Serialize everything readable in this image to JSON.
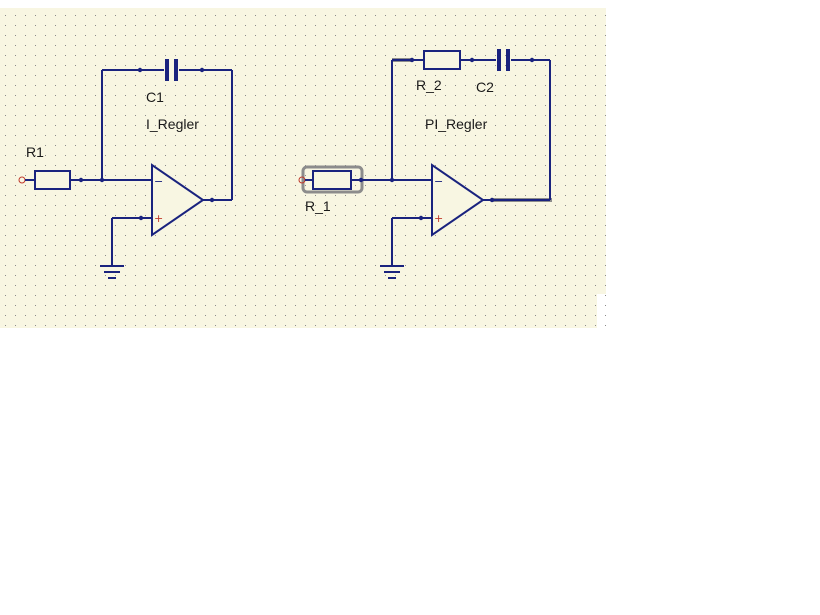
{
  "colors": {
    "canvas_bg": "#f8f6e2",
    "grid_dot": "#8a8a8a",
    "wire": "#1a237e",
    "selection": "#8c8c8c",
    "port": "#c0392b",
    "minus_sign": "#1a237e",
    "plus_sign": "#c0392b",
    "text": "#1a1a1a"
  },
  "circuit_left": {
    "resistor_label": "R1",
    "capacitor_label": "C1",
    "name_label": "I_Regler",
    "opamp_minus": "−",
    "opamp_plus": "+"
  },
  "circuit_right": {
    "resistor_in_label": "R_1",
    "resistor_fb_label": "R_2",
    "capacitor_label": "C2",
    "name_label": "PI_Regler",
    "opamp_minus": "−",
    "opamp_plus": "+"
  }
}
